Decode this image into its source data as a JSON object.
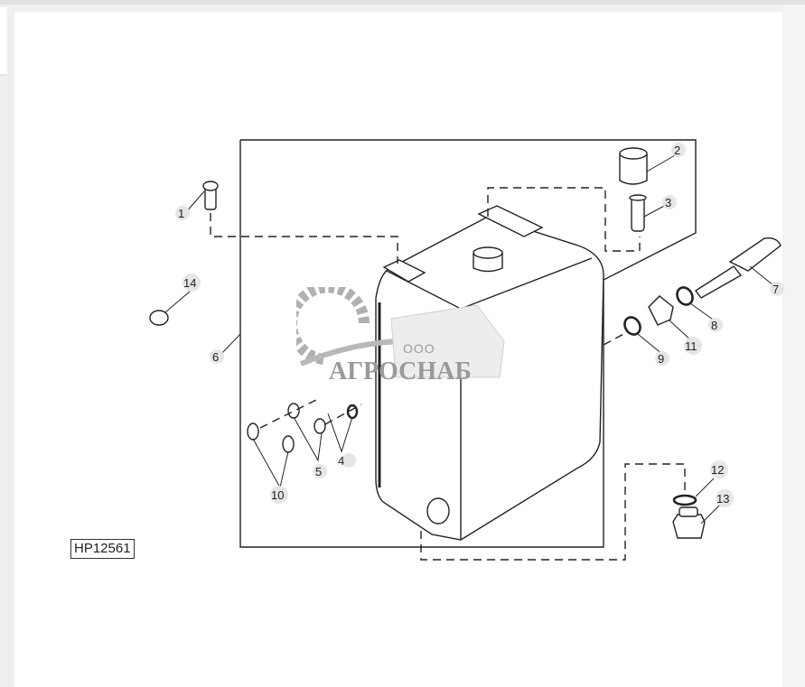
{
  "figure": {
    "id_label": "HP12561",
    "type": "exploded parts diagram",
    "subject": "tank assembly"
  },
  "watermark": {
    "prefix": "ООО",
    "name": "АГРОСНАБ"
  },
  "callouts": [
    {
      "number": "1",
      "part": "bolt"
    },
    {
      "number": "2",
      "part": "filler cap"
    },
    {
      "number": "3",
      "part": "filler strainer"
    },
    {
      "number": "4",
      "part": "o-ring"
    },
    {
      "number": "5",
      "part": "fitting"
    },
    {
      "number": "6",
      "part": "tank"
    },
    {
      "number": "7",
      "part": "sight tube fitting"
    },
    {
      "number": "8",
      "part": "o-ring"
    },
    {
      "number": "9",
      "part": "o-ring"
    },
    {
      "number": "10",
      "part": "plug"
    },
    {
      "number": "11",
      "part": "adapter fitting"
    },
    {
      "number": "12",
      "part": "o-ring"
    },
    {
      "number": "13",
      "part": "drain plug"
    },
    {
      "number": "14",
      "part": "clamp"
    }
  ],
  "colors": {
    "line": "#222222",
    "callout_bg": "#e6e6e6",
    "watermark": "#9a9a9a",
    "page_bg": "#efefef",
    "panel_bg": "#ffffff"
  }
}
